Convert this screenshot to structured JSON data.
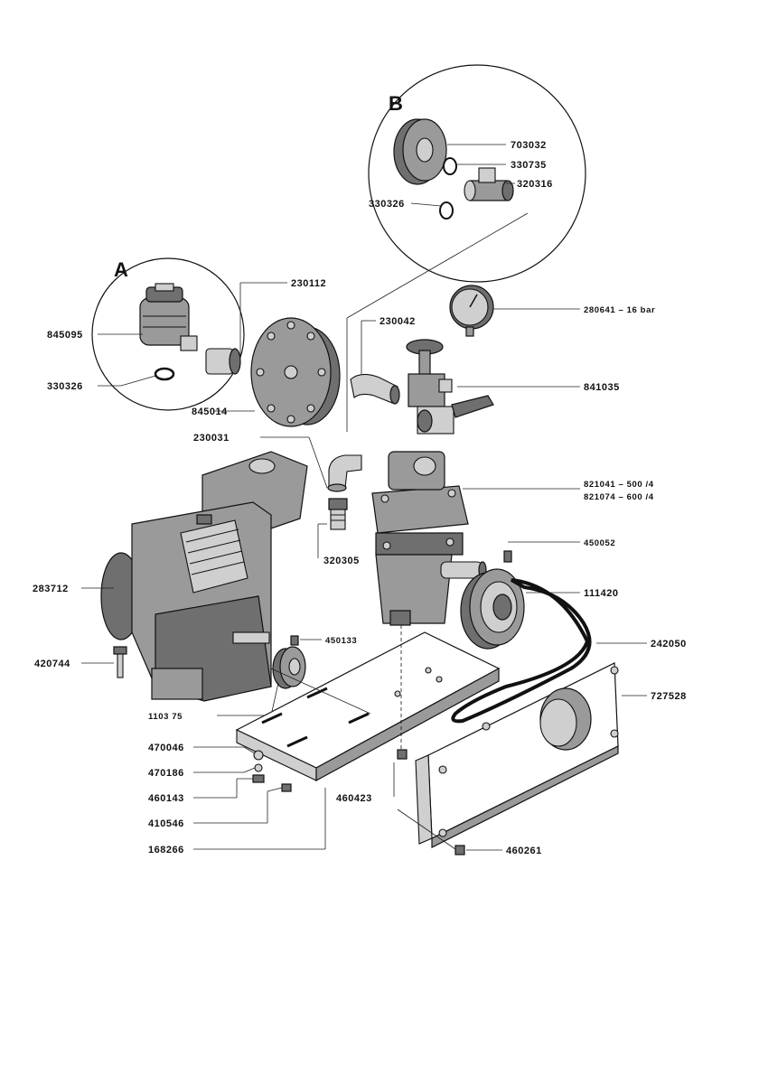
{
  "insets": {
    "a": "A",
    "b": "B"
  },
  "parts": {
    "p703032": "703032",
    "p330735": "330735",
    "p320316": "320316",
    "p330326b": "330326",
    "p230112": "230112",
    "p280641": "280641 – 16 bar",
    "p230042": "230042",
    "p845095": "845095",
    "p841035": "841035",
    "p330326a": "330326",
    "p845014": "845014",
    "p230031": "230031",
    "p821041": "821041 – 500 /4",
    "p821074": "821074 – 600 /4",
    "p320305": "320305",
    "p450052": "450052",
    "p283712": "283712",
    "p111420": "111420",
    "p450133": "450133",
    "p242050": "242050",
    "p420744": "420744",
    "p727528": "727528",
    "p110375": "1103 75",
    "p470046": "470046",
    "p470186": "470186",
    "p460143": "460143",
    "p460423": "460423",
    "p410546": "410546",
    "p168266": "168266",
    "p460261": "460261"
  }
}
